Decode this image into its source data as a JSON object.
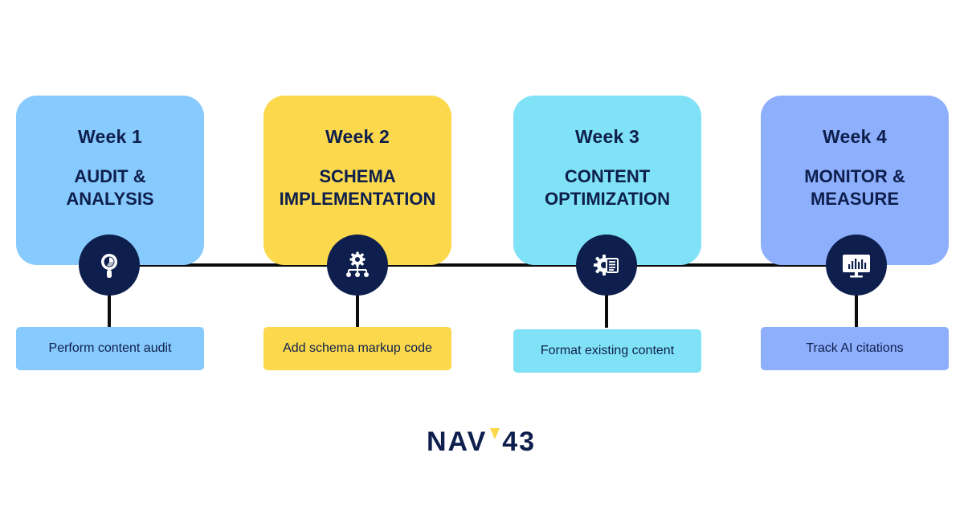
{
  "colors": {
    "navy": "#0e1f4d",
    "card1": "#87cafd",
    "card2": "#fbd84c",
    "card3": "#80e2f6",
    "card4": "#8eaffc",
    "logo_accent": "#fbd84c"
  },
  "steps": [
    {
      "week": "Week 1",
      "title_line1": "AUDIT &",
      "title_line2": "ANALYSIS",
      "icon": "magnifier-chart-icon",
      "task": "Perform content audit"
    },
    {
      "week": "Week 2",
      "title_line1": "SCHEMA",
      "title_line2": "IMPLEMENTATION",
      "icon": "gear-hierarchy-icon",
      "task": "Add schema markup code"
    },
    {
      "week": "Week 3",
      "title_line1": "CONTENT",
      "title_line2": "OPTIMIZATION",
      "icon": "gear-document-icon",
      "task": "Format existing content"
    },
    {
      "week": "Week 4",
      "title_line1": "MONITOR &",
      "title_line2": "MEASURE",
      "icon": "monitor-bar-chart-icon",
      "task": "Track AI citations"
    }
  ],
  "logo": {
    "left": "NAV",
    "right": "43"
  }
}
